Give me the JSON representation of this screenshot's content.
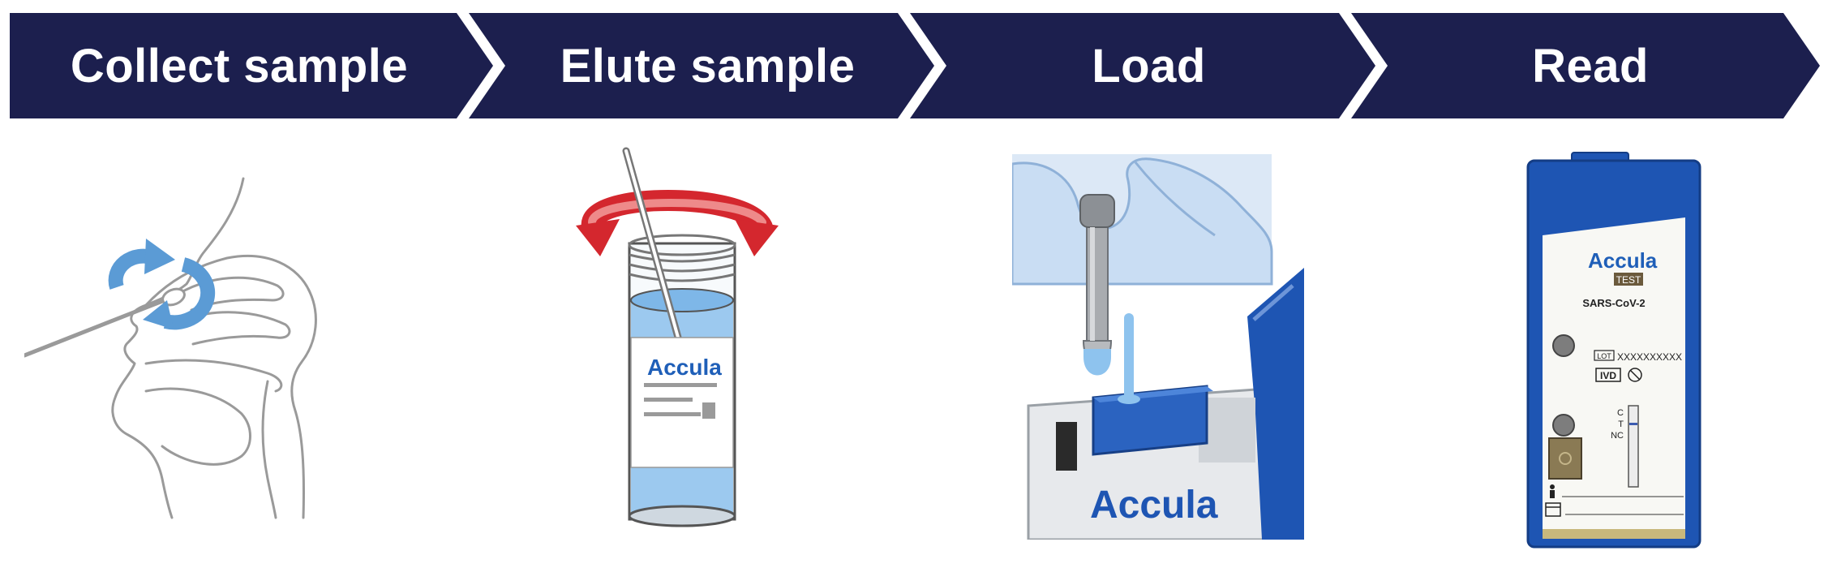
{
  "steps": [
    {
      "label": "Collect sample"
    },
    {
      "label": "Elute sample"
    },
    {
      "label": "Load"
    },
    {
      "label": "Read"
    }
  ],
  "illustrations": {
    "elute": {
      "vial_brand": "Accula"
    },
    "load": {
      "dock_brand": "Accula"
    },
    "read": {
      "cassette_brand": "Accula",
      "brand_badge": "TEST",
      "assay": "SARS-CoV-2",
      "lot_label": "LOT",
      "lot_value": "XXXXXXXXXX",
      "ivd_label": "IVD",
      "line_c": "C",
      "line_t": "T",
      "line_nc": "NC"
    }
  },
  "colors": {
    "banner": "#1c1f4e",
    "arrow_red": "#d4272e",
    "arrow_blue": "#5b9bd5",
    "device_blue": "#1e55b3",
    "glove": "#cfe0f5",
    "liquid": "#8ec3ee"
  }
}
